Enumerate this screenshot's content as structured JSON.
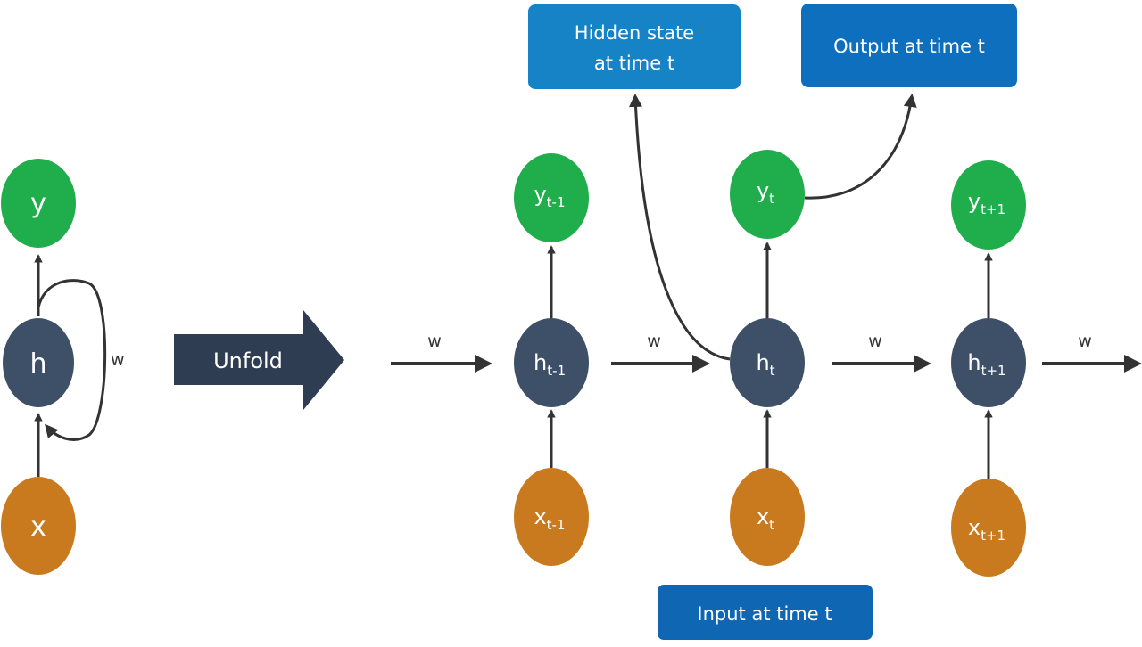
{
  "title": "RNN unfolding diagram",
  "colors": {
    "output_node": "#1fae4b",
    "hidden_node": "#3e5068",
    "input_node": "#c97a1e",
    "arrow": "#333333",
    "unfold_arrow": "#2f3d52",
    "hidden_box": "#1583c6",
    "output_box": "#0f6fbf",
    "input_box": "#0f66b2"
  },
  "folded": {
    "output": {
      "label": "y"
    },
    "hidden": {
      "label": "h"
    },
    "input": {
      "label": "x"
    },
    "recurrent_weight": "w"
  },
  "unfold_label": "Unfold",
  "weight_label": "w",
  "timesteps": [
    {
      "output": {
        "base": "y",
        "sub": "t-1"
      },
      "hidden": {
        "base": "h",
        "sub": "t-1"
      },
      "input": {
        "base": "x",
        "sub": "t-1"
      }
    },
    {
      "output": {
        "base": "y",
        "sub": "t"
      },
      "hidden": {
        "base": "h",
        "sub": "t"
      },
      "input": {
        "base": "x",
        "sub": "t"
      }
    },
    {
      "output": {
        "base": "y",
        "sub": "t+1"
      },
      "hidden": {
        "base": "h",
        "sub": "t+1"
      },
      "input": {
        "base": "x",
        "sub": "t+1"
      }
    }
  ],
  "edges_between_hidden": [
    "w",
    "w",
    "w",
    "w"
  ],
  "callouts": {
    "hidden_state": [
      "Hidden state",
      "at time t"
    ],
    "output": "Output at time t",
    "input": "Input at time t"
  }
}
